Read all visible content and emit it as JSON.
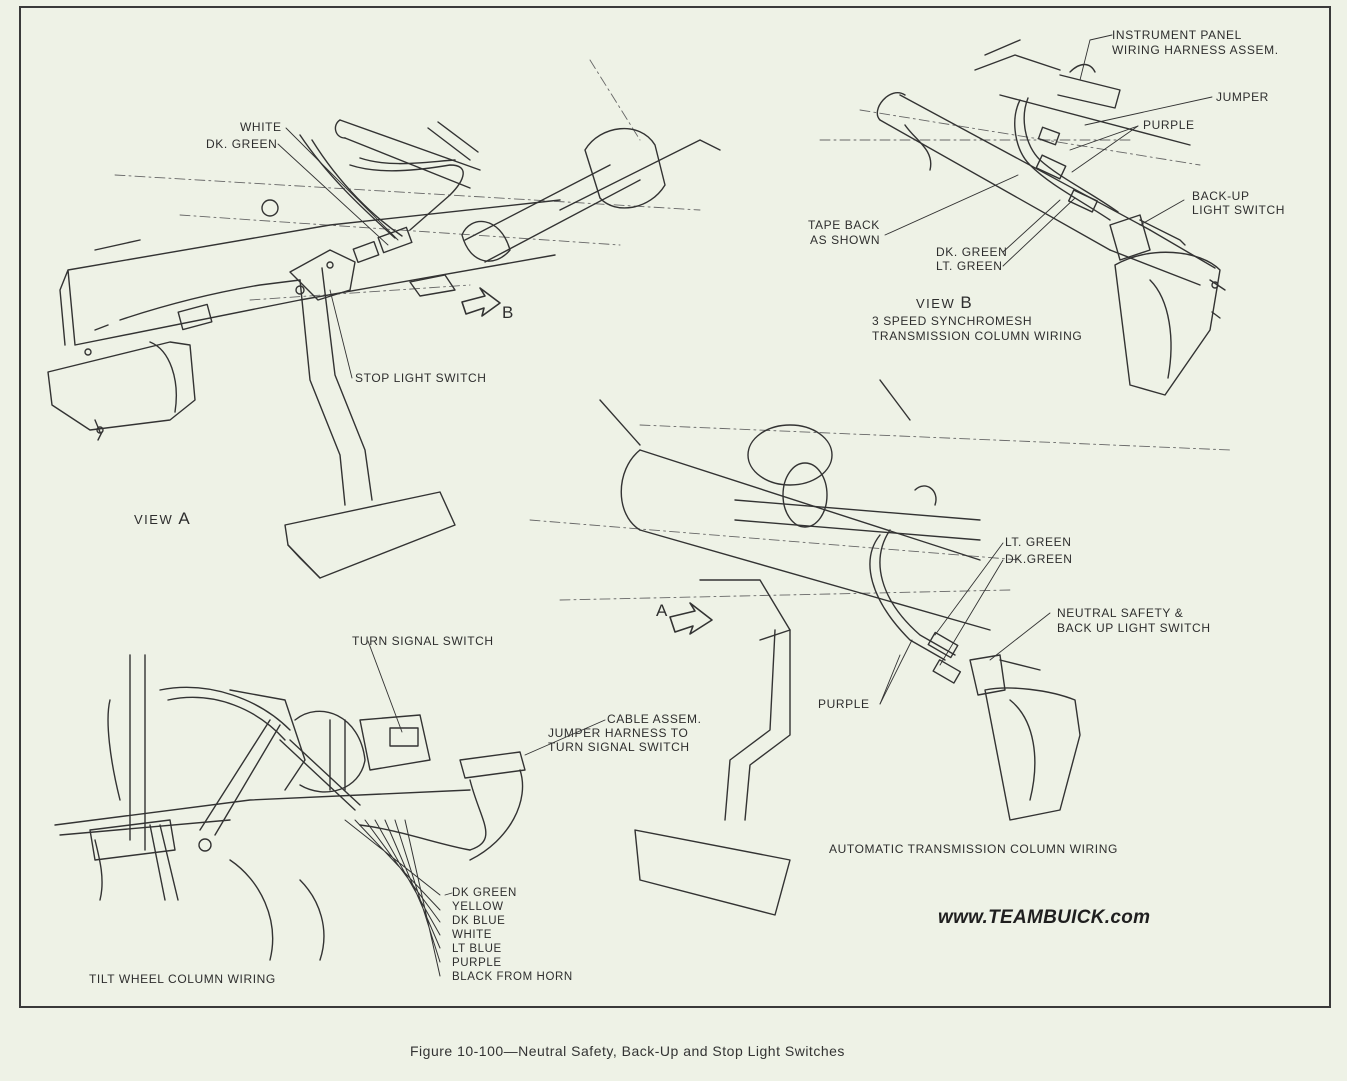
{
  "labels": {
    "ip_harness_1": "INSTRUMENT PANEL",
    "ip_harness_2": "WIRING HARNESS ASSEM.",
    "jumper": "JUMPER",
    "purple_b": "PURPLE",
    "backup_1": "BACK-UP",
    "backup_2": "LIGHT SWITCH",
    "tape_1": "TAPE BACK",
    "tape_2": "AS SHOWN",
    "dkgreen_b": "DK. GREEN",
    "ltgreen_b": "LT. GREEN",
    "white_a": "WHITE",
    "dkgreen_a": "DK. GREEN",
    "stop_light": "STOP LIGHT SWITCH",
    "arrow_b": "B",
    "arrow_a": "A",
    "turn_signal": "TURN SIGNAL SWITCH",
    "cable_1": "CABLE ASSEM.",
    "cable_2": "JUMPER HARNESS TO",
    "cable_3": "TURN SIGNAL SWITCH",
    "ltgreen_auto": "LT. GREEN",
    "dkgreen_auto": "DK.GREEN",
    "neutral_1": "NEUTRAL SAFETY &",
    "neutral_2": "BACK UP LIGHT SWITCH",
    "purple_auto": "PURPLE",
    "auto_title": "AUTOMATIC TRANSMISSION COLUMN WIRING",
    "tilt_title": "TILT WHEEL COLUMN WIRING",
    "wire_dkgreen": "DK GREEN",
    "wire_yellow": "YELLOW",
    "wire_dkblue": "DK BLUE",
    "wire_white": "WHITE",
    "wire_ltblue": "LT BLUE",
    "wire_purple": "PURPLE",
    "wire_black": "BLACK FROM HORN"
  },
  "views": {
    "a_title": "VIEW",
    "a_letter": "A",
    "b_title": "VIEW",
    "b_letter": "B",
    "b_sub1": "3 SPEED SYNCHROMESH",
    "b_sub2": "TRANSMISSION COLUMN WIRING"
  },
  "watermark": "www.TEAMBUICK.com",
  "caption": "Figure 10-100—Neutral Safety, Back-Up and Stop Light Switches",
  "colors": {
    "background": "#eef2e6",
    "ink": "#2b2b2b"
  }
}
